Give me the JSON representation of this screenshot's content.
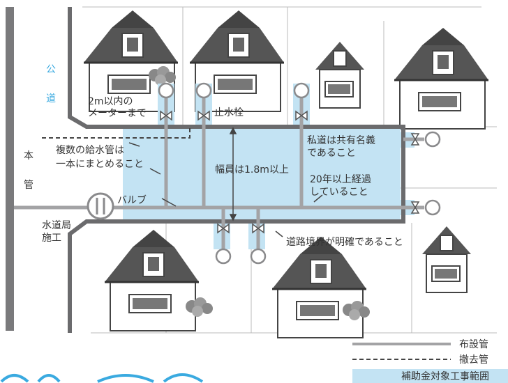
{
  "road": {
    "char1": "公",
    "char2": "道"
  },
  "main_pipe": {
    "char1": "本",
    "char2": "管"
  },
  "waterworks": {
    "line1": "水道局",
    "line2": "施工"
  },
  "valve_label": "バルブ",
  "notes": {
    "within_2m_line1": "2m以内の",
    "within_2m_line2": "メーターまで",
    "stop_cock": "止水栓",
    "combine_line1": "複数の給水管は",
    "combine_line2": "一本にまとめること",
    "width": "幅員は1.8m以上",
    "private_road_line1": "私道は共有名義",
    "private_road_line2": "であること",
    "years_line1": "20年以上経過",
    "years_line2": "していること",
    "boundary": "道路境界が明確であること"
  },
  "legend": {
    "laid_pipe": "布設管",
    "removed_pipe": "撤去管",
    "subsidy_scope": "補助金対象工事範囲"
  },
  "colors": {
    "pipe": "#a3a3a5",
    "dark_pipe": "#6b6b6d",
    "subsidy_fill": "#c3e3f3",
    "road_text": "#3aaae0",
    "line": "#555555"
  }
}
